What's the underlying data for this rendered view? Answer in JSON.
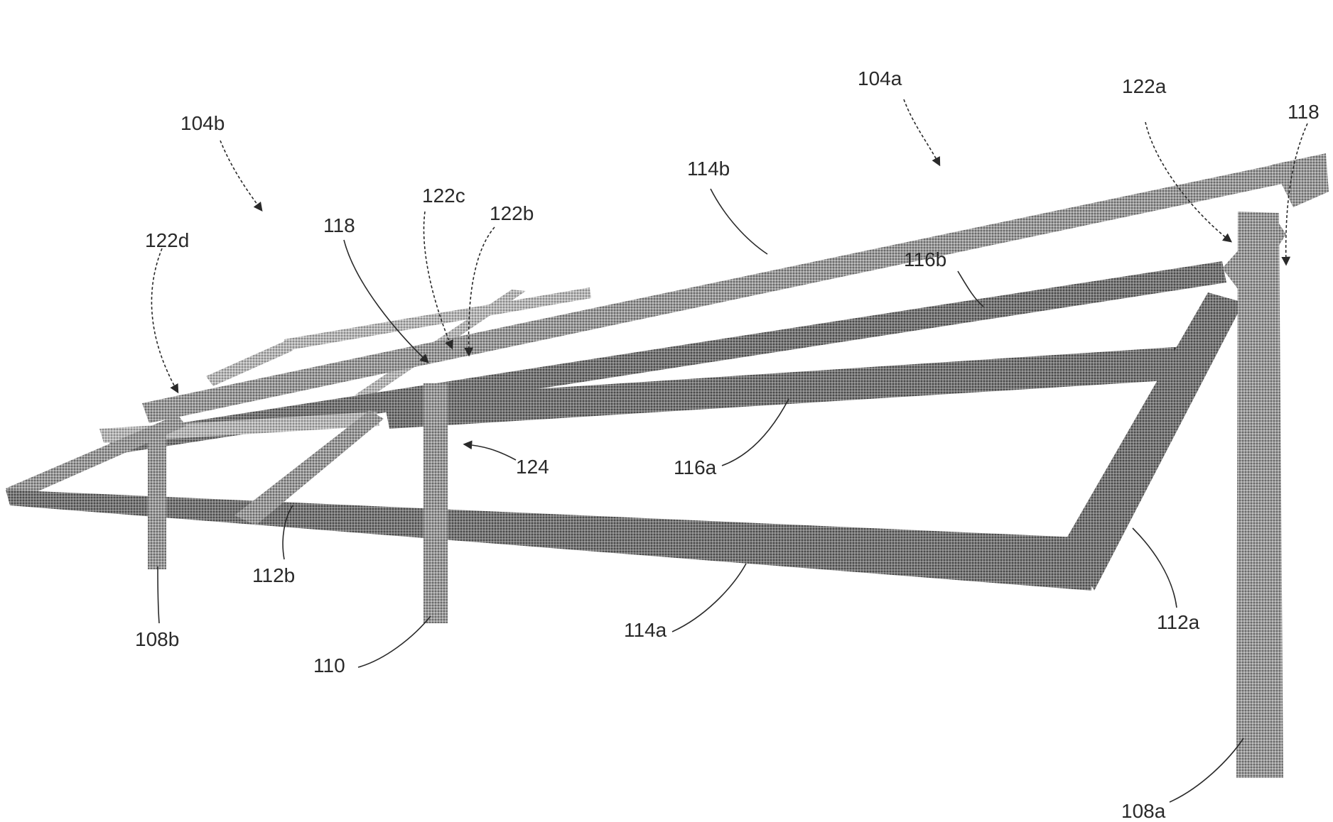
{
  "figure": {
    "labels": {
      "l104a": "104a",
      "l104b": "104b",
      "l122a": "122a",
      "l118_right": "118",
      "l114b": "114b",
      "l116b": "116b",
      "l122c": "122c",
      "l122b": "122b",
      "l118_mid": "118",
      "l122d": "122d",
      "l124": "124",
      "l116a": "116a",
      "l112b": "112b",
      "l108b": "108b",
      "l114a": "114a",
      "l112a": "112a",
      "l110": "110",
      "l108a": "108a"
    },
    "colors": {
      "member_dark": "#6e6e6e",
      "member_mid": "#8c8c8c",
      "member_light": "#a8a8a8",
      "text": "#2a2a2a",
      "background": "#ffffff"
    }
  }
}
